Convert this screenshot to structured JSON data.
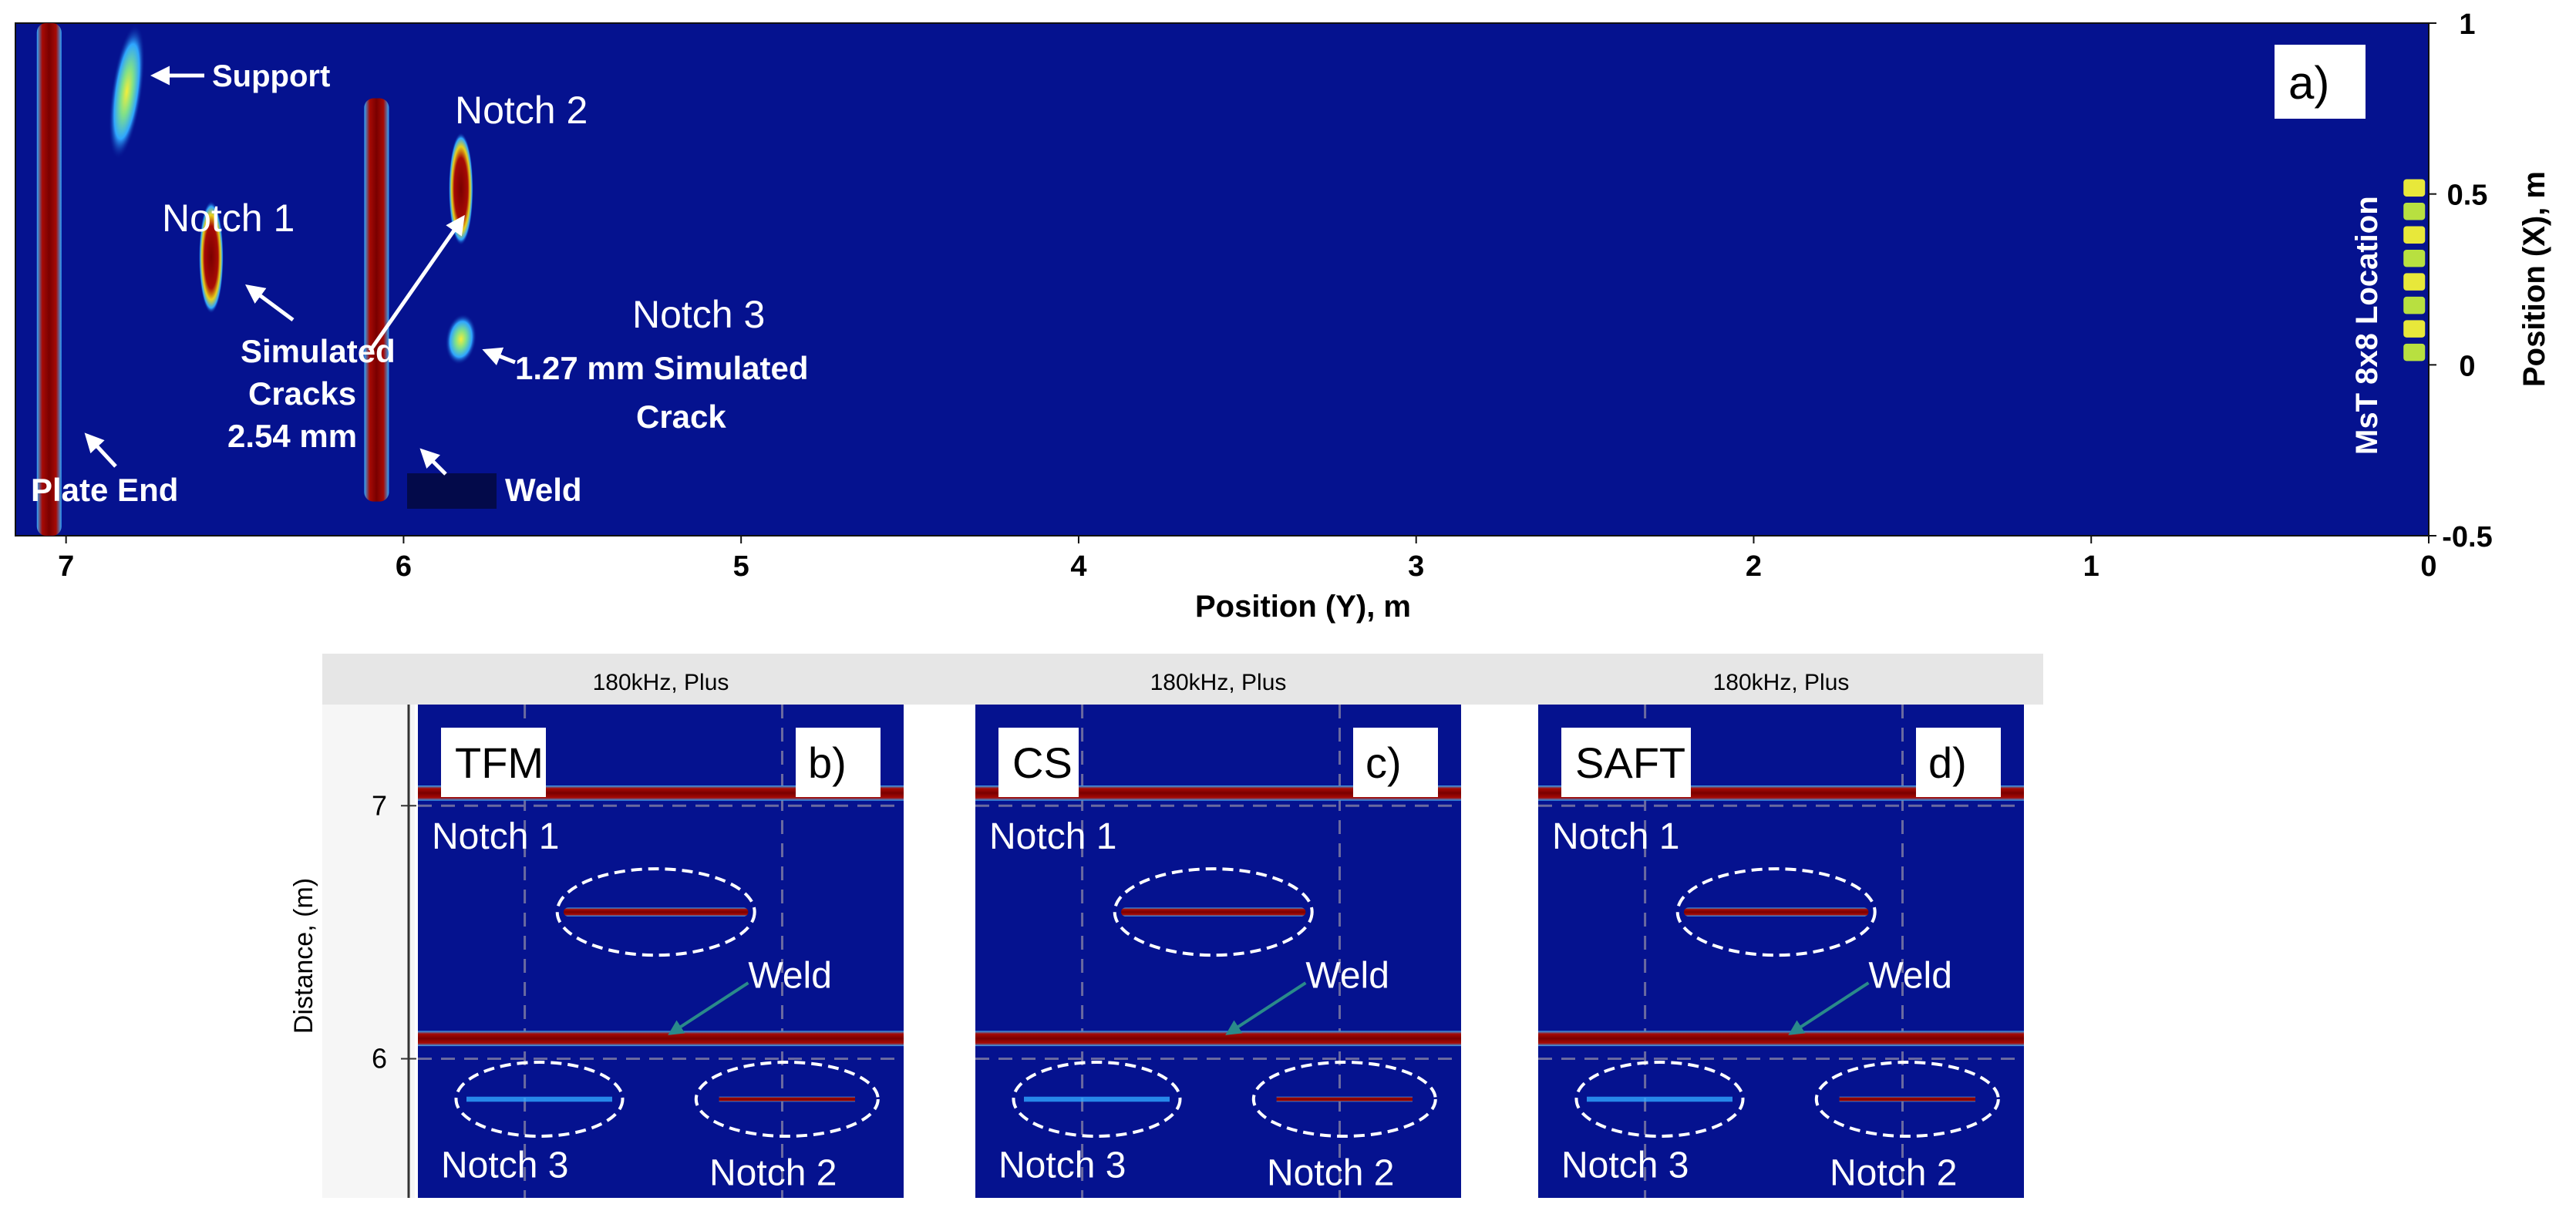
{
  "colors": {
    "background": "#ffffff",
    "field": "#05128f",
    "field_dark": "#030a6e",
    "peak": "#7a0000",
    "hot": "#c41a0a",
    "warm": "#f2e61c",
    "glow": "#2fa6ff",
    "header_band": "#e6e6e6"
  },
  "chart_data": [
    {
      "type": "heatmap",
      "panel_label": "a)",
      "xlabel": "Position (Y), m",
      "ylabel": "Position (X), m",
      "xlim": [
        7.15,
        0
      ],
      "ylim": [
        -0.5,
        1
      ],
      "xticks": [
        "7",
        "6",
        "5",
        "4",
        "3",
        "2",
        "1",
        "0"
      ],
      "xtick_values": [
        7,
        6,
        5,
        4,
        3,
        2,
        1,
        0
      ],
      "yticks": [
        "-0.5",
        "0",
        "0.5",
        "1"
      ],
      "ytick_values": [
        -0.5,
        0,
        0.5,
        1
      ],
      "sensor_label": "MsT 8x8 Location",
      "features": [
        {
          "name": "plate-end",
          "y_m": 7.05,
          "x_from": -0.5,
          "x_to": 1.0,
          "kind": "line"
        },
        {
          "name": "support",
          "y_m": 6.82,
          "x_from": 0.6,
          "x_to": 1.0,
          "kind": "glow"
        },
        {
          "name": "notch-1",
          "y_m": 6.57,
          "x_from": 0.15,
          "x_to": 0.48,
          "kind": "ellipse"
        },
        {
          "name": "weld",
          "y_m": 6.08,
          "x_from": -0.4,
          "x_to": 0.78,
          "kind": "line"
        },
        {
          "name": "notch-2",
          "y_m": 5.83,
          "x_from": 0.35,
          "x_to": 0.68,
          "kind": "ellipse"
        },
        {
          "name": "notch-3",
          "y_m": 5.83,
          "x_from": 0.0,
          "x_to": 0.15,
          "kind": "glow"
        },
        {
          "name": "sensor",
          "y_m": 0.02,
          "x_from": 0.0,
          "x_to": 0.55,
          "kind": "sensor"
        }
      ],
      "annotations": {
        "support": "Support",
        "notch1": "Notch 1",
        "notch2": "Notch 2",
        "notch3": "Notch 3",
        "simulated": "Simulated",
        "cracks": "Cracks",
        "size_254": "2.54 mm",
        "size_127": "1.27 mm Simulated",
        "crack": "Crack",
        "plate_end": "Plate End",
        "weld": "Weld"
      }
    },
    {
      "type": "heatmap",
      "ylabel": "Distance, (m)",
      "ylim": [
        5.45,
        7.4
      ],
      "yticks": [
        "7",
        "6"
      ],
      "ytick_values": [
        7,
        6
      ],
      "panels": [
        {
          "header": "180kHz, Plus",
          "method": "TFM",
          "panel_label": "b)",
          "notch1": "Notch 1",
          "weld": "Weld",
          "notch3": "Notch 3",
          "notch2": "Notch 2"
        },
        {
          "header": "180kHz, Plus",
          "method": "CS",
          "panel_label": "c)",
          "notch1": "Notch 1",
          "weld": "Weld",
          "notch3": "Notch 3",
          "notch2": "Notch 2"
        },
        {
          "header": "180kHz, Plus",
          "method": "SAFT",
          "panel_label": "d)",
          "notch1": "Notch 1",
          "weld": "Weld",
          "notch3": "Notch 3",
          "notch2": "Notch 2"
        }
      ],
      "bands": [
        {
          "name": "plate-end-band",
          "y": 7.05,
          "thickness": 0.06
        },
        {
          "name": "notch1-band",
          "y": 6.58,
          "thickness": 0.035
        },
        {
          "name": "weld-band",
          "y": 6.08,
          "thickness": 0.06
        },
        {
          "name": "notch-band",
          "y": 5.84,
          "thickness": 0.02
        }
      ]
    }
  ]
}
